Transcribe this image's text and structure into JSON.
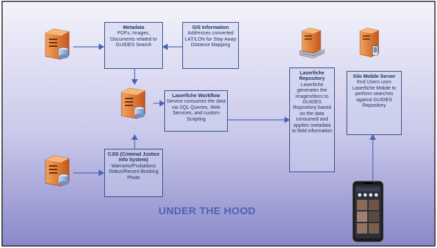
{
  "diagram": {
    "title": "UNDER THE HOOD",
    "title_color": "#4a63b8",
    "colors": {
      "box_border": "#2f4a7f",
      "box_text": "#1d2f5c",
      "arrow": "#4a63b8",
      "server_orange": "#e0722a",
      "gradient_top": "#f4f3fb",
      "gradient_bottom": "#8a88c9"
    },
    "boxes": {
      "metadata": {
        "title": "Metadata",
        "body": "PDFs, Images, Documents related to GUIDES Search"
      },
      "gis": {
        "title": "GIS Information",
        "body": "Addresses converted LAT/LON for Stay Away Distance Mapping"
      },
      "workflow": {
        "title": "Laserfiche Workflow",
        "body": "Service consumes the data via SQL Queries, Web Services, and custom Scripting"
      },
      "cjis": {
        "title": "CJIS (Criminal Justice Info System)",
        "body": "Warrants/Probations Status/Recent Booking Photo"
      },
      "repository": {
        "title": "Laserfiche Repository",
        "body": "Laserfiche generates the images/docs to GUIDES Repository based on the data consumed and applies metadata to field information"
      },
      "mobile": {
        "title": "Silo Mobile Server",
        "body": "End Users uses Laserfiche Mobile to perform searches against GUIDES Repository"
      }
    },
    "icons": {
      "server_left_top": "server-icon",
      "server_center": "server-icon",
      "server_left_bottom": "server-icon",
      "repository_server": "server-icon",
      "mobile_server": "server-icon",
      "phone": "smartphone-icon"
    }
  }
}
